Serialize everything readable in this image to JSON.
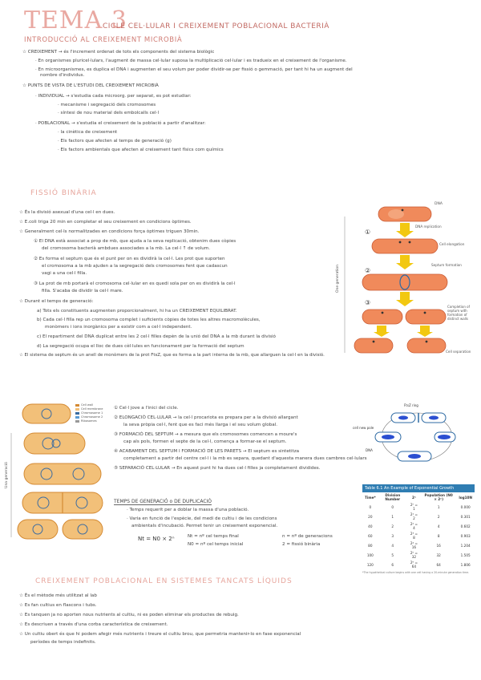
{
  "title": {
    "big": "TEMA 3",
    "sub": "CICLE CEL·LULAR I CREIXEMENT POBLACIONAL BACTERIÀ"
  },
  "sections": {
    "intro": "INTRODUCCIÓ AL CREIXEMENT MICROBIÀ",
    "fissio": "FISSIÓ BINÀRIA",
    "creix": "CREIXEMENT POBLACIONAL EN SISTEMES TANCATS LÍQUIDS"
  },
  "intro_lines": [
    "☆ CREIXEMENT → és l'increment ordenat de tots els components del sistema biològic",
    "· En organismes pluricel·lulars, l'augment de massa cel·lular suposa la multiplicació cel·lular i es tradueix en el creixement de l'organisme.",
    "· En microorganismes, es duplica el DNA i augmenten el seu volum per poder dividir-se per fissió o gemmació, per tant hi ha un augment del",
    "nombre d'individus.",
    "☆ PUNTS DE VISTA DE L'ESTUDI DEL CREIXEMENT MICROBIÀ",
    "· INDIVIDUAL → s'estudia cada microorg. per separat, es pot estudiar:",
    "· mecanisme i segregació dels cromosomes",
    "· síntesi de nou material dels embolcalls cel·l",
    "· POBLACIONAL → s'estudia el creixement de la població a partir d'analitzar:",
    "· la cinètica de creixement",
    "· Els factors que afecten al temps de generació (g)",
    "· Els factors ambientals que afecten al creixement tant físics com químics"
  ],
  "fissio_lines": [
    "☆ És la divisió asexual d'una cel·l en dues.",
    "☆ E.coli triga 20 min en completar el seu creixement en condicions òptimes.",
    "☆ Generalment cel·ls normalitzades en condicions força òptimes triguen 30min.",
    "① El DNA està associat a prop de mb, que ajuda a la seva replicació, obtenim dues còpies",
    "del cromosoma bacterià ambdues associades a la mb. La cel·l ↑ de volum.",
    "② Es forma el septum que és el punt per on es dividirà la cel·l. Les prot que suporten",
    "el cromosoma a la mb ajuden a la segregació dels cromosomes fent que cadascun",
    "vagi a una cel·l filla.",
    "③ La prot de mb portarà el cromosoma cel·lular en es quedi sola per on es dividirà la cel·l",
    "filla. S'acaba de dividir la cel·l mare.",
    "☆ Durant el temps de generació:",
    "a) Tots els constituents augmenten proporcionalment, hi ha un CREIXEMENT EQUILIBRAT.",
    "b) Cada cel·l filla rep un cromosoma complet i suficients còpies de totes les altres macromolècules,",
    "monòmers i ions inorgànics per a existir com a cel·l independent.",
    "c) El repartiment del DNA duplicat entre les 2 cel·l filles depèn de la unió del DNA a la mb durant la divisió",
    "d) La segregació ocupa el lloc de dues cèl·lules en funcionament per la formació del septum",
    "☆ El sistema de septum és un anell de monòmers de la prot FtsZ, que es forma a la part interna de la mb, que allarguen la cel·l en la divisió."
  ],
  "figure_right": {
    "labels": [
      "DNA",
      "DNA replication",
      "Cell elongation",
      "Septum formation",
      "Completion of septum with formation of distinct walls",
      "Cell separation"
    ],
    "side": "One generation",
    "steps": [
      "①",
      "②",
      "③"
    ]
  },
  "figure_left": {
    "legend": [
      "Cell wall",
      "Cell membrane",
      "Chromosome 1",
      "Chromosome 2",
      "Ribosomes"
    ],
    "side": "Una generació"
  },
  "ring": {
    "label": "FtsZ ring",
    "a": "cell new pole",
    "b": "DNA"
  },
  "steps_lines": [
    "① Cel·l jove a l'inici del cicle.",
    "② ELONGACIÓ CEL·LULAR → la cel·l procariota es prepara per a la divisió allargant",
    "la seva pròpia cel·l, fent que es faci més llarga i el seu volum global.",
    "③ FORMACIÓ DEL SEPTUM → a mesura que els cromosomes comencen a moure's",
    "cap als pols, formen el septe de la cel·l, comença a formar-se el septum.",
    "④ ACABAMENT DEL SEPTUM I FORMACIÓ DE LES PARETS → El septum es sintetitza",
    "completament a partir del centre cel·l i la mb es separa, quedant d'aquesta manera dues cambres cel·lulars",
    "⑤ SEPARACIÓ CEL·LULAR → En aquest punt hi ha dues cel·l filles ja completament dividides."
  ],
  "temps": {
    "title": "TEMPS DE GENERACIÓ o DE DUPLICACIÓ",
    "lines": [
      "· Temps requerit per a doblar la massa d'una població.",
      "· Varia en funció de l'espècie, del medi de cultiu i de les condicions",
      "ambientals d'incubació. Permet tenir un creixement exponencial."
    ],
    "formula": "Nt = N0 × 2ⁿ",
    "defs": [
      "Nt = nº cel temps final",
      "N0 = nº cel temps inicial",
      "n = nº de generacions",
      "2 = fissió binària"
    ]
  },
  "table": {
    "title": "Table 6.1  An Example of Exponential Growth",
    "headers": [
      "Time*",
      "Division Number",
      "2ⁿ",
      "Population (N0 × 2ⁿ)",
      "log10N"
    ],
    "rows": [
      [
        "0",
        "0",
        "2⁰ = 1",
        "1",
        "0.000"
      ],
      [
        "20",
        "1",
        "2¹ = 2",
        "2",
        "0.301"
      ],
      [
        "40",
        "2",
        "2² = 4",
        "4",
        "0.602"
      ],
      [
        "60",
        "3",
        "2³ = 8",
        "8",
        "0.903"
      ],
      [
        "80",
        "4",
        "2⁴ = 16",
        "16",
        "1.204"
      ],
      [
        "100",
        "5",
        "2⁵ = 32",
        "32",
        "1.505"
      ],
      [
        "120",
        "6",
        "2⁶ = 64",
        "64",
        "1.806"
      ]
    ],
    "note": "*The hypothetical culture begins with one cell having a 20-minute generation time."
  },
  "creix_lines": [
    "☆ És el mètode més utilitzat al lab",
    "☆ Es fan cultius en flascons i tubs.",
    "☆ Es tanquen ja no aporten nous nutrients al cultiu, ni es poden eliminar els productes de rebuig.",
    "☆ Es descriuen a través d'una corba característica de creixement.",
    "☆ Un cultiu obert és que hi podem afegir més nutrients i treure el cultiu brou, que permetria mantenir-lo en fase exponencial",
    "períodes de temps indefinits."
  ],
  "colors": {
    "accent": "#e9a8a1",
    "cell": "#f09a6a",
    "arrow": "#f2c811",
    "septum": "#2d6aa3"
  }
}
